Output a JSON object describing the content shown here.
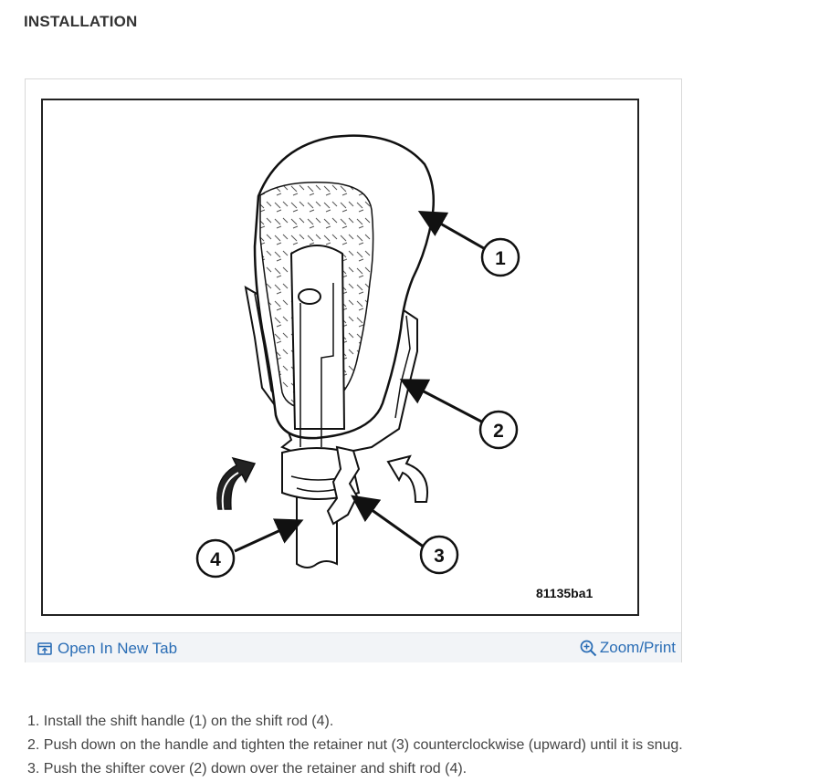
{
  "section": {
    "title": "INSTALLATION"
  },
  "figure": {
    "code": "81135ba1",
    "callouts": [
      "1",
      "2",
      "3",
      "4"
    ],
    "open_tab_label": "Open In New Tab",
    "zoom_label": "Zoom/Print",
    "icons": {
      "open_tab": "open-new-tab-icon",
      "zoom": "zoom-in-icon"
    }
  },
  "steps": [
    "1. Install the shift handle (1) on the shift rod (4).",
    "2. Push down on the handle and tighten the retainer nut (3) counterclockwise (upward) until it is snug.",
    "3. Push the shifter cover (2) down over the retainer and shift rod (4)."
  ],
  "colors": {
    "link": "#2a6db5",
    "footer_bg": "#f2f4f7"
  }
}
